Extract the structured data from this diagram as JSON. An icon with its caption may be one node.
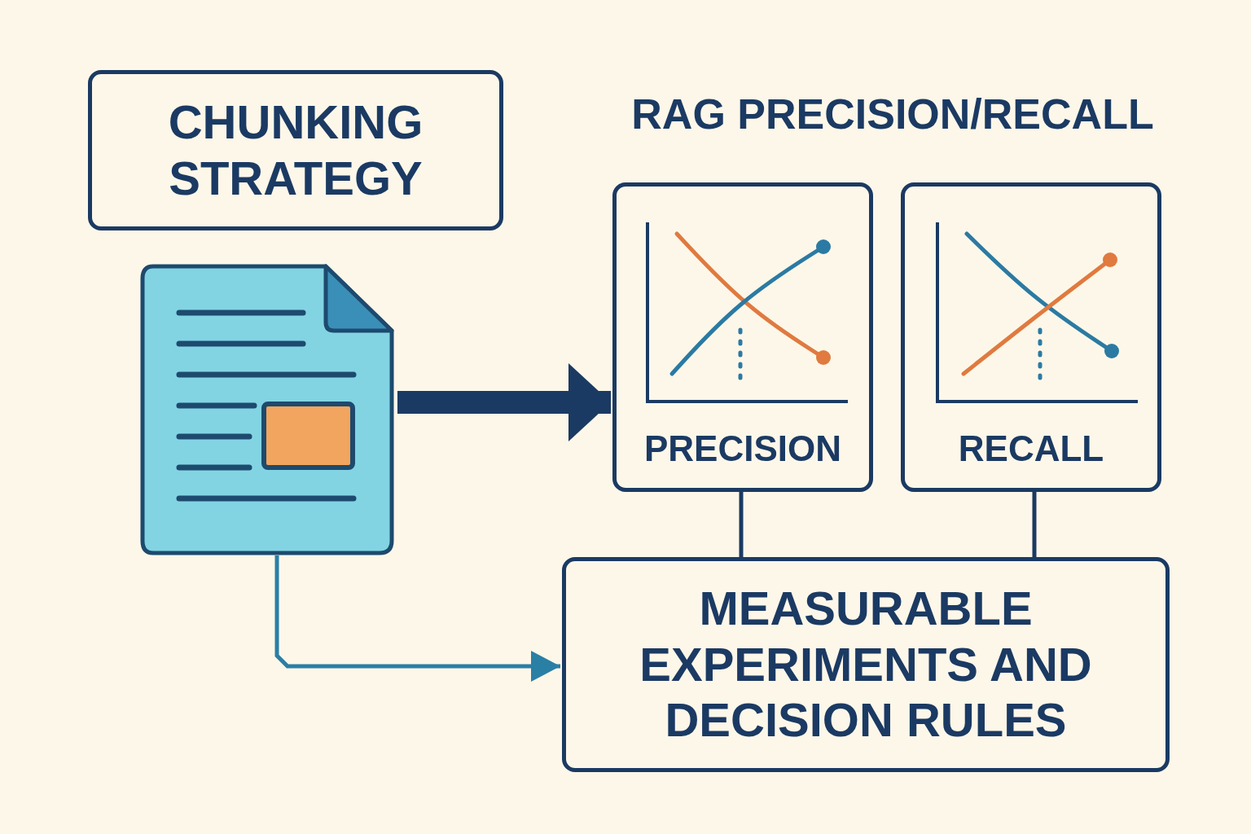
{
  "diagram": {
    "title": "RAG PRECISION/RECALL",
    "nodes": [
      {
        "text": [
          "CHUNKING STRATEGY"
        ]
      },
      {
        "text": [],
        "shape": "picture"
      },
      {
        "text": [
          "PRECISION"
        ]
      },
      {
        "text": [
          "RECALL"
        ]
      },
      {
        "text": [
          "MEASURABLE EXPERIMENTS AND DECISION RULES"
        ]
      }
    ],
    "edges": [
      {
        "from": 1,
        "to": 2,
        "arrow": "to",
        "style": "thick"
      },
      {
        "from": 2,
        "to": 4,
        "arrow": "none"
      },
      {
        "from": 3,
        "to": 4,
        "arrow": "none"
      },
      {
        "from": 1,
        "to": 4,
        "arrow": "to",
        "color": "#2a7fa5"
      }
    ]
  }
}
